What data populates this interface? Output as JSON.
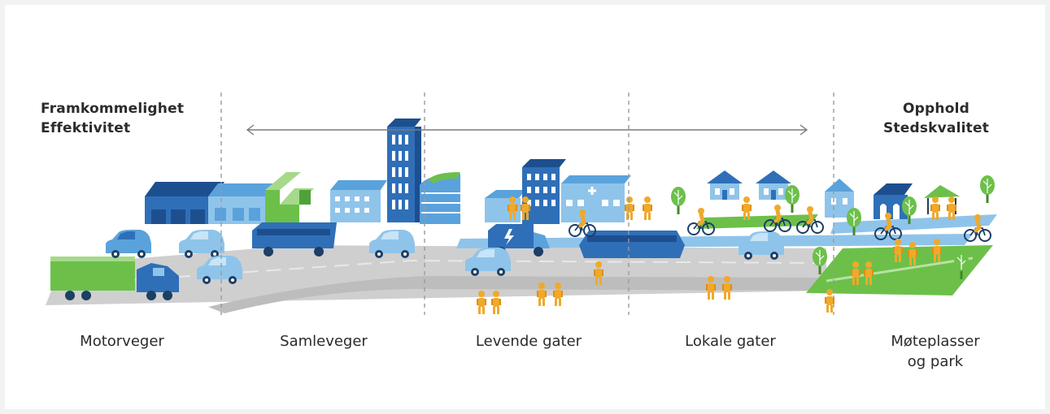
{
  "heading_left": {
    "line1": "Framkommelighet",
    "line2": "Effektivitet"
  },
  "heading_right": {
    "line1": "Opphold",
    "line2": "Stedskvalitet"
  },
  "zones": [
    {
      "label": "Motorveger"
    },
    {
      "label": "Samleveger"
    },
    {
      "label": "Levende gater"
    },
    {
      "label": "Lokale gater"
    },
    {
      "label": "Møteplasser",
      "label2": "og park"
    }
  ],
  "colors": {
    "road": "#c9c9c9",
    "road_dark": "#a9a9a9",
    "building_blue": "#2f6fb8",
    "building_light": "#8fc4ea",
    "green": "#6cc04a",
    "pedestrian": "#f0a92a",
    "text": "#2b2b2b",
    "divider": "#9a9a9a"
  }
}
